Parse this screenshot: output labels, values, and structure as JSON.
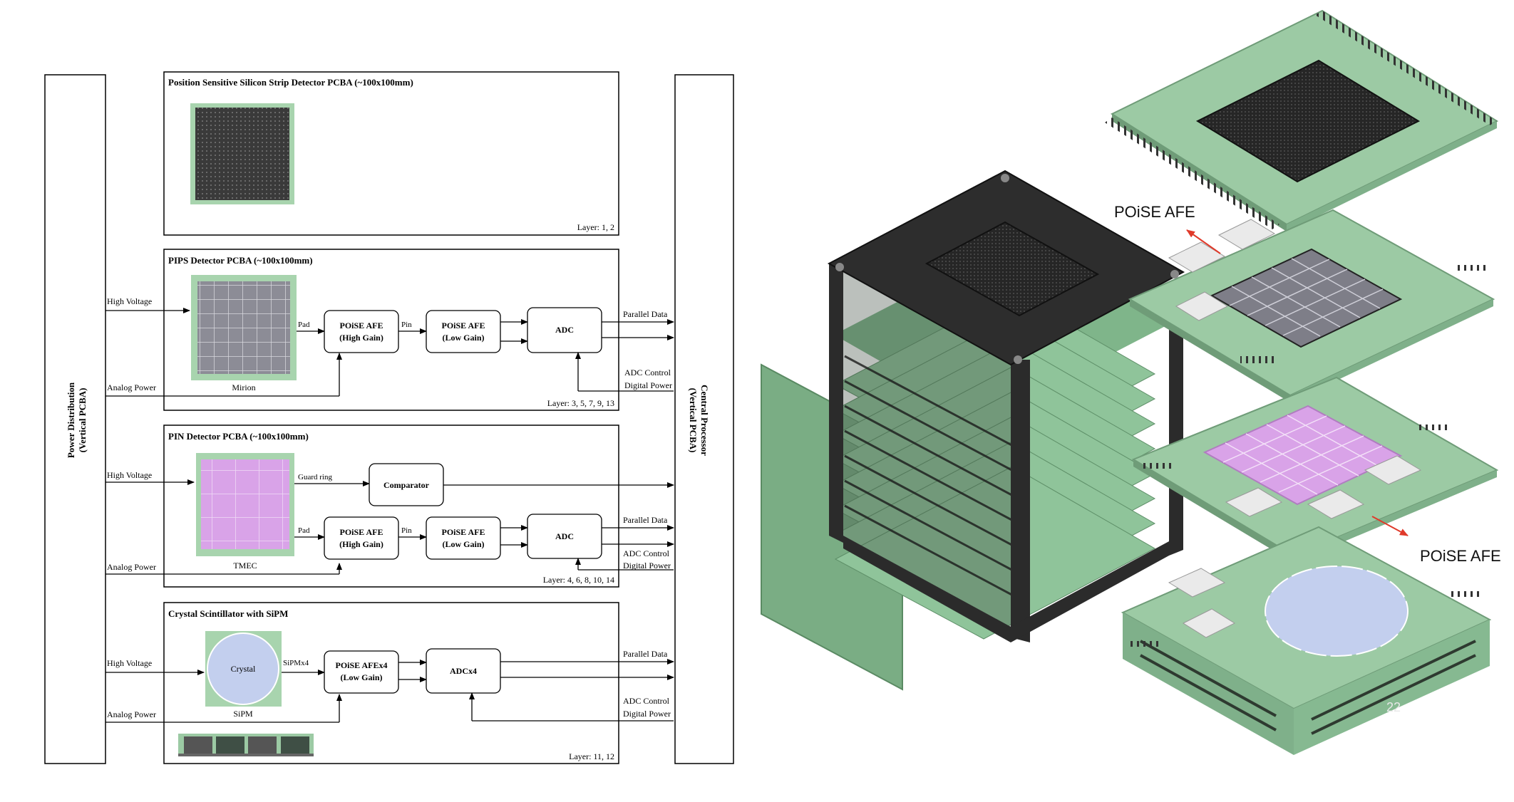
{
  "diagram": {
    "power_distribution": "Power Distribution",
    "power_distribution_sub": "(Vertical PCBA)",
    "central_processor": "Central Processor",
    "central_processor_sub": "(Vertical PCBA)",
    "silicon": {
      "title": "Position Sensitive Silicon Strip Detector PCBA (~100x100mm)",
      "layer": "Layer: 1, 2"
    },
    "pips": {
      "title": "PIPS Detector PCBA (~100x100mm)",
      "high_voltage": "High Voltage",
      "analog_power": "Analog Power",
      "pad": "Pad",
      "afe_high": "POiSE AFE",
      "afe_high_sub": "(High Gain)",
      "pin": "Pin",
      "afe_low": "POiSE AFE",
      "afe_low_sub": "(Low Gain)",
      "adc": "ADC",
      "parallel_data": "Parallel Data",
      "adc_control": "ADC Control",
      "digital_power": "Digital Power",
      "sensor": "Mirion",
      "layer": "Layer:  3, 5, 7, 9, 13"
    },
    "pin": {
      "title": "PIN Detector PCBA (~100x100mm)",
      "high_voltage": "High Voltage",
      "analog_power": "Analog Power",
      "guard_ring": "Guard ring",
      "comparator": "Comparator",
      "pad": "Pad",
      "afe_high": "POiSE AFE",
      "afe_high_sub": "(High Gain)",
      "pin": "Pin",
      "afe_low": "POiSE AFE",
      "afe_low_sub": "(Low Gain)",
      "adc": "ADC",
      "parallel_data": "Parallel Data",
      "adc_control": "ADC Control",
      "digital_power": "Digital Power",
      "sensor": "TMEC",
      "layer": "Layer:  4, 6, 8, 10, 14"
    },
    "crystal": {
      "title": "Crystal Scintillator with SiPM",
      "high_voltage": "High Voltage",
      "analog_power": "Analog Power",
      "crystal_label": "Crystal",
      "sipm_x4": "SiPMx4",
      "afe": "POiSE AFEx4",
      "afe_sub": "(Low Gain)",
      "adc": "ADCx4",
      "parallel_data": "Parallel Data",
      "adc_control": "ADC Control",
      "digital_power": "Digital Power",
      "sensor": "SiPM",
      "layer": "Layer:  11, 12"
    }
  },
  "render": {
    "afe_label_top": "POiSE AFE",
    "afe_label_bottom": "POiSE AFE",
    "page_number": "22"
  },
  "colors": {
    "pcb_green": "#9ccaa4",
    "pips_grey": "#8c8c96",
    "pin_purple": "#d9a3e8",
    "crystal_blue": "#c3cfee",
    "frame_black": "#2b2b2b",
    "arrow_red": "#e03a2a"
  }
}
